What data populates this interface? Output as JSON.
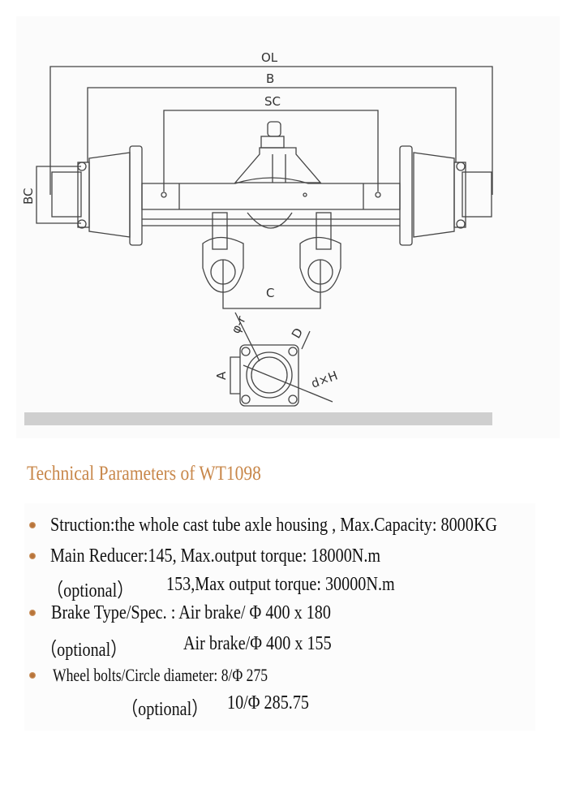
{
  "diagram": {
    "labels": {
      "ol": "OL",
      "b": "B",
      "sc": "SC",
      "bc": "BC",
      "c": "C",
      "a": "A",
      "d": "D",
      "phi_r": "φ-r",
      "dxh": "d×H"
    }
  },
  "section": {
    "title": "Technical Parameters of WT1098",
    "accent_color": "#c8874a",
    "items": [
      {
        "text": "Struction:the whole cast tube axle housing , Max.Capacity: 8000KG"
      },
      {
        "text": "Main Reducer:145, Max.output torque: 18000N.m",
        "optional_label": "（optional）",
        "optional_value": "153,Max output torque: 30000N.m"
      },
      {
        "text": "Brake Type/Spec. : Air brake/ Φ 400 x 180",
        "optional_label": "（optional）",
        "optional_value": "Air brake/Φ 400 x 155"
      },
      {
        "text": "Wheel bolts/Circle diameter:  8/Φ 275",
        "optional_label": "（optional）",
        "optional_value": "10/Φ 285.75"
      }
    ]
  }
}
